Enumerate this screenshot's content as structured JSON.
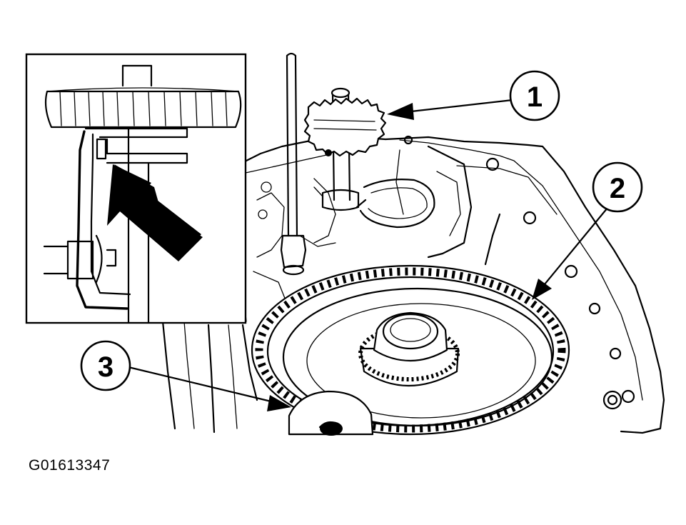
{
  "callouts": [
    {
      "id": "1",
      "label": "1"
    },
    {
      "id": "2",
      "label": "2"
    },
    {
      "id": "3",
      "label": "3"
    }
  ],
  "figure_code": "G01613347"
}
